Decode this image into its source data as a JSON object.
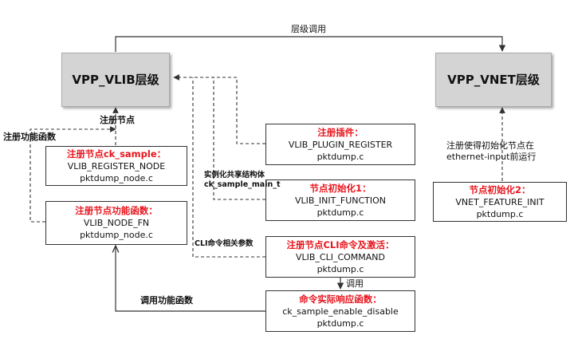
{
  "layers": {
    "vlib": "VPP_VLIB层级",
    "vnet": "VPP_VNET层级"
  },
  "edges": {
    "layer_call": "层级调用",
    "register_node": "注册节点",
    "register_func": "注册功能函数",
    "shared_struct_line1": "实例化共享结构体",
    "shared_struct_line2": "ck_sample_main_t",
    "cli_params": "CLI命令相关参数",
    "call": "调用",
    "call_func": "调用功能函数",
    "vnet_note_line1": "注册使得初始化节点在",
    "vnet_note_line2": "ethernet-input前运行"
  },
  "boxes": {
    "node_register": {
      "title": "注册节点ck_sample：",
      "line1": "VLIB_REGISTER_NODE",
      "line2": "pktdump_node.c"
    },
    "node_fn": {
      "title": "注册节点功能函数：",
      "line1": "VLIB_NODE_FN",
      "line2": "pktdump_node.c"
    },
    "plugin": {
      "title": "注册插件：",
      "line1": "VLIB_PLUGIN_REGISTER",
      "line2": "pktdump.c"
    },
    "init1": {
      "title": "节点初始化1：",
      "line1": "VLIB_INIT_FUNCTION",
      "line2": "pktdump.c"
    },
    "cli": {
      "title": "注册节点CLI命令及激活：",
      "line1": "VLIB_CLI_COMMAND",
      "line2": "pktdump.c"
    },
    "handler": {
      "title": "命令实际响应函数：",
      "line1": "ck_sample_enable_disable",
      "line2": "pktdump.c"
    },
    "init2": {
      "title": "节点初始化2：",
      "line1": "VNET_FEATURE_INIT",
      "line2": "pktdump.c"
    }
  }
}
